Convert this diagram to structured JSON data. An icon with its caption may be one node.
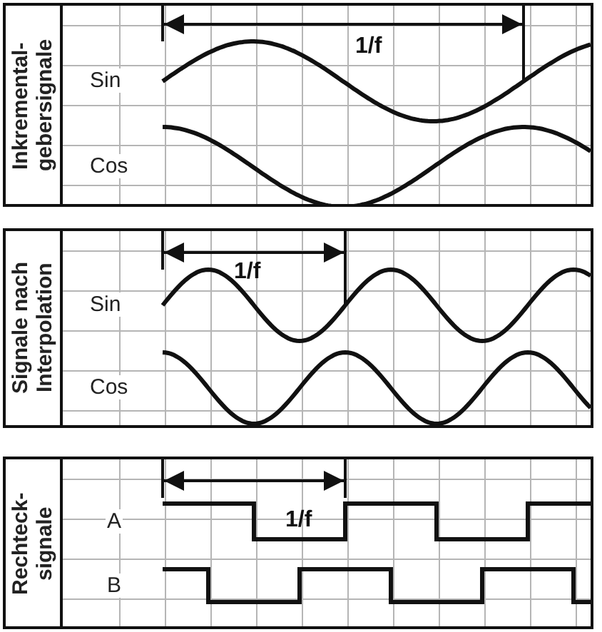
{
  "diagram": {
    "nodes": [
      {
        "text": [
          "Inkremental-gebersignale",
          "1/f",
          "Sin",
          "Cos"
        ]
      },
      {
        "text": [
          "Signale nach Interpolation",
          "1/f",
          "Sin",
          "Cos"
        ]
      },
      {
        "text": [
          "Rechteck-signale",
          "1/f",
          "A",
          "B"
        ]
      }
    ]
  }
}
